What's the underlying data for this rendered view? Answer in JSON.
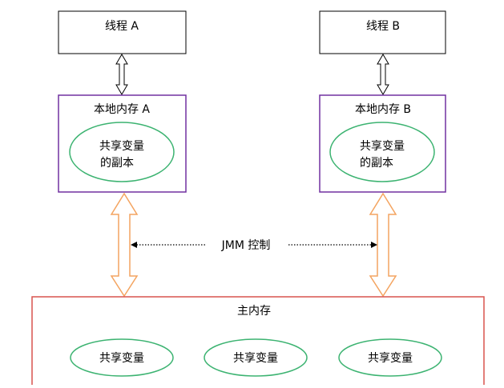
{
  "thread_a": {
    "label": "线程 A"
  },
  "thread_b": {
    "label": "线程 B"
  },
  "local_memory_a": {
    "title": "本地内存 A",
    "copy_line1": "共享变量",
    "copy_line2": "的副本"
  },
  "local_memory_b": {
    "title": "本地内存 B",
    "copy_line1": "共享变量",
    "copy_line2": "的副本"
  },
  "jmm_control": {
    "label": "JMM 控制"
  },
  "main_memory": {
    "title": "主内存",
    "shared_vars": [
      "共享变量",
      "共享变量",
      "共享变量"
    ]
  },
  "colors": {
    "thread_border": "#000000",
    "local_memory_border": "#7030a0",
    "main_memory_border": "#d9534f",
    "ellipse_border": "#3cb371",
    "orange_arrow": "#f4a460",
    "text": "#000000"
  }
}
